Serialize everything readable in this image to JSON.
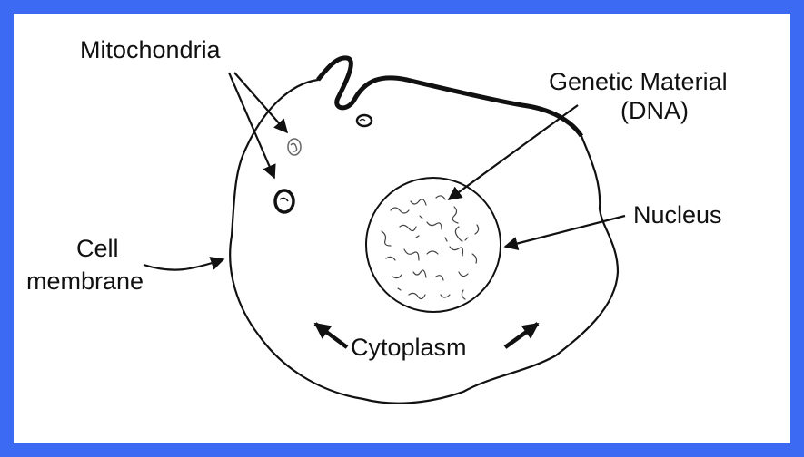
{
  "labels": {
    "mitochondria": "Mitochondria",
    "genetic_material_line1": "Genetic Material",
    "genetic_material_line2": "(DNA)",
    "nucleus": "Nucleus",
    "cell_membrane_line1": "Cell",
    "cell_membrane_line2": "membrane",
    "cytoplasm": "Cytoplasm"
  },
  "colors": {
    "frame": "#3d6af2",
    "panel": "#ffffff",
    "ink": "#111111"
  }
}
